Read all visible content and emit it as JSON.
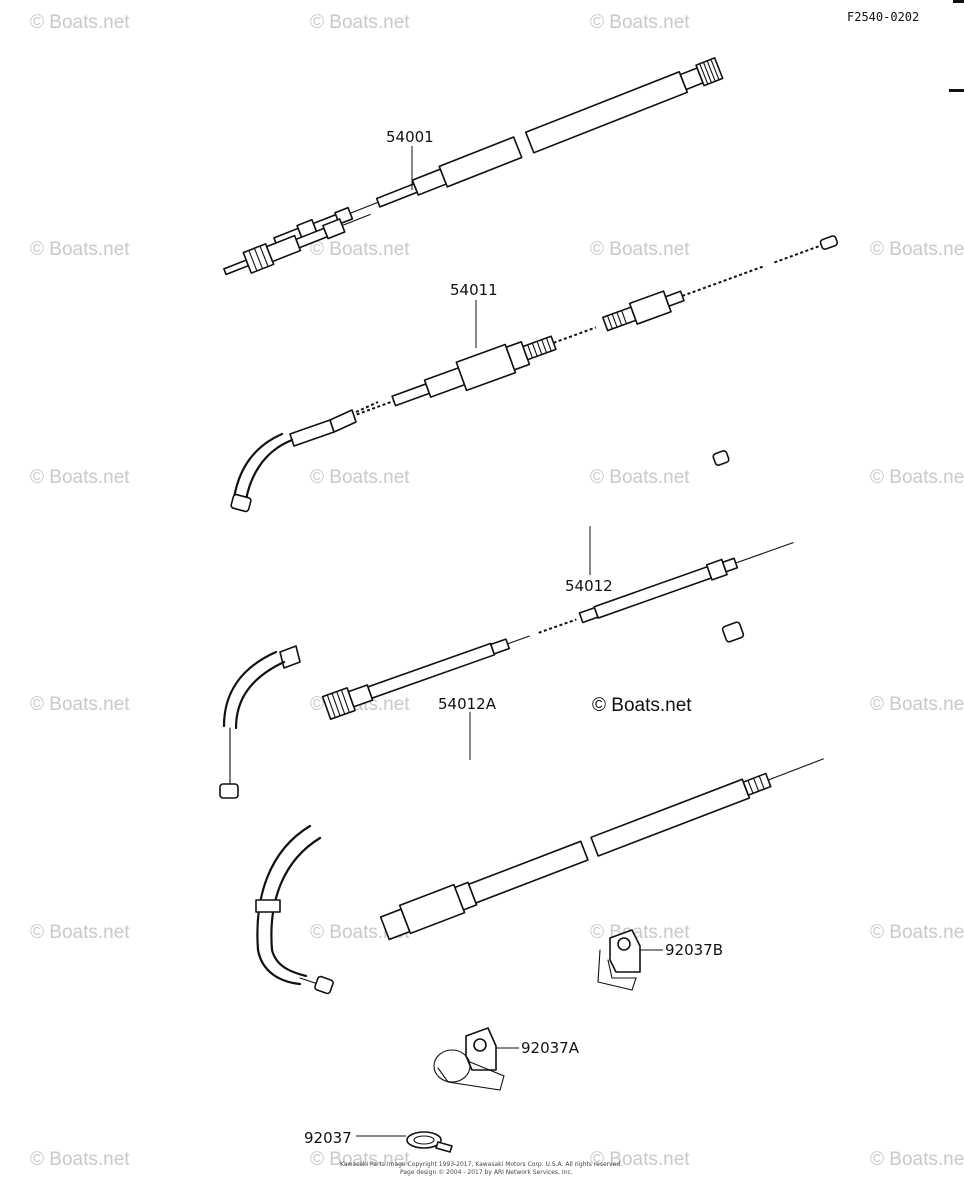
{
  "diagram_code": "F2540-0202",
  "watermark": "© Boats.net",
  "parts": [
    {
      "number": "54001"
    },
    {
      "number": "54011"
    },
    {
      "number": "54012"
    },
    {
      "number": "54012A"
    },
    {
      "number": "92037B"
    },
    {
      "number": "92037A"
    },
    {
      "number": "92037"
    }
  ],
  "footer": {
    "line1": "Kawasaki Parts Image Copyright 1993-2017, Kawasaki Motors Corp. U.S.A. All rights reserved.",
    "line2": "Page design © 2004 - 2017 by ARI Network Services, Inc."
  }
}
